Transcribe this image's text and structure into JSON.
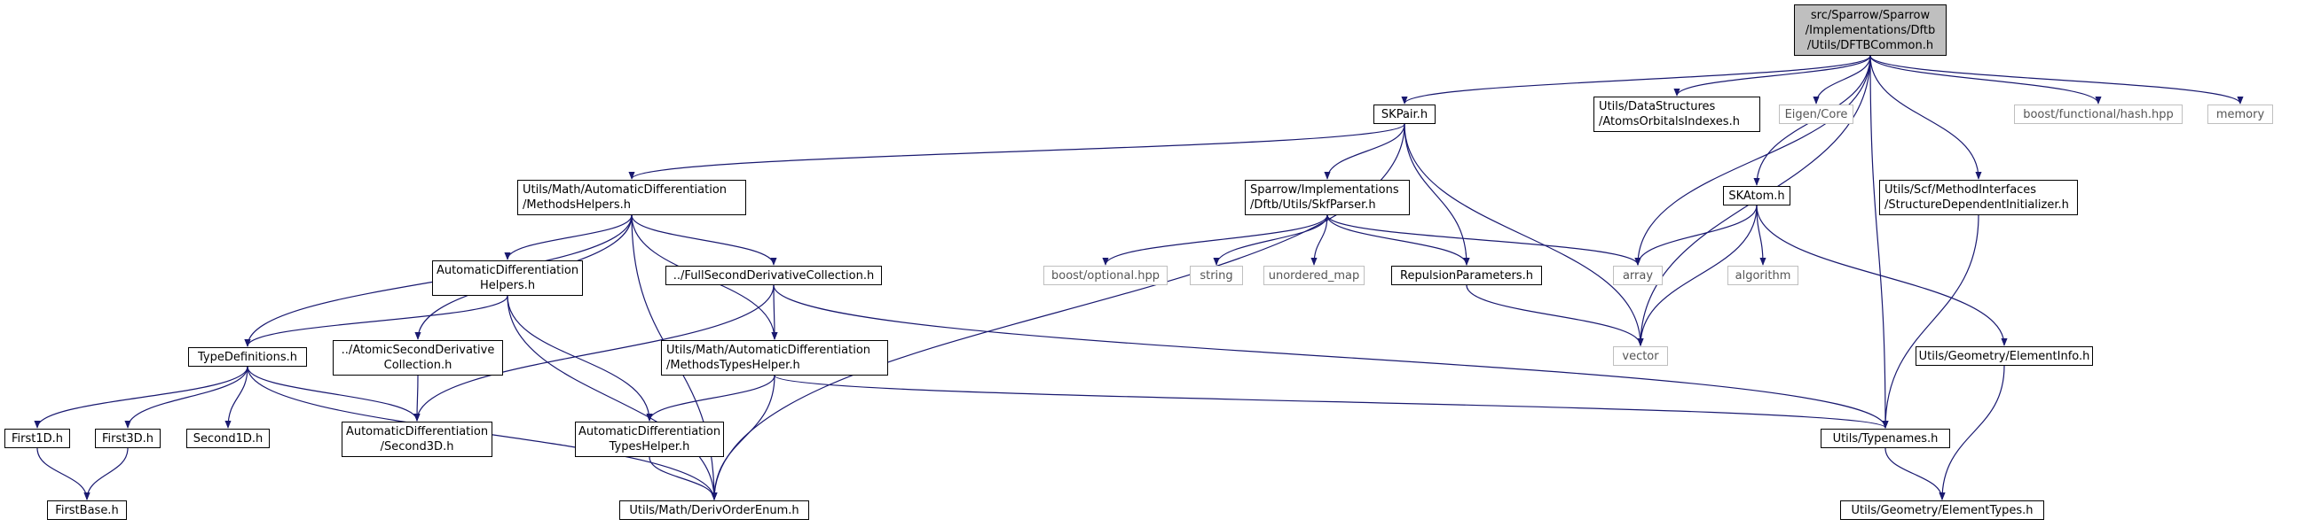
{
  "colors": {
    "edge": "#191970",
    "border": "#000000",
    "external_border": "#bfbfbf",
    "root_fill": "#bfbfbf"
  },
  "nodes": {
    "root": [
      "src/Sparrow/Sparrow",
      "/Implementations/Dftb",
      "/Utils/DFTBCommon.h"
    ],
    "skpair": [
      "SKPair.h"
    ],
    "atoms_orbitals": [
      "Utils/DataStructures",
      "/AtomsOrbitalsIndexes.h"
    ],
    "eigen_core": [
      "Eigen/Core"
    ],
    "boost_hash": [
      "boost/functional/hash.hpp"
    ],
    "memory": [
      "memory"
    ],
    "methods_helpers": [
      "Utils/Math/AutomaticDifferentiation",
      "/MethodsHelpers.h"
    ],
    "skf_parser": [
      "Sparrow/Implementations",
      "/Dftb/Utils/SkfParser.h"
    ],
    "skatom": [
      "SKAtom.h"
    ],
    "structure_dep": [
      "Utils/Scf/MethodInterfaces",
      "/StructureDependentInitializer.h"
    ],
    "ad_helpers": [
      "AutomaticDifferentiation",
      "Helpers.h"
    ],
    "full_second": [
      "../FullSecondDerivativeCollection.h"
    ],
    "boost_optional": [
      "boost/optional.hpp"
    ],
    "string": [
      "string"
    ],
    "unordered_map": [
      "unordered_map"
    ],
    "repulsion": [
      "RepulsionParameters.h"
    ],
    "array": [
      "array"
    ],
    "algorithm": [
      "algorithm"
    ],
    "type_definitions": [
      "TypeDefinitions.h"
    ],
    "atomic_second": [
      "../AtomicSecondDerivative",
      "Collection.h"
    ],
    "methods_types_helper": [
      "Utils/Math/AutomaticDifferentiation",
      "/MethodsTypesHelper.h"
    ],
    "vector": [
      "vector"
    ],
    "element_info": [
      "Utils/Geometry/ElementInfo.h"
    ],
    "first1d": [
      "First1D.h"
    ],
    "first3d": [
      "First3D.h"
    ],
    "second1d": [
      "Second1D.h"
    ],
    "ad_second3d": [
      "AutomaticDifferentiation",
      "/Second3D.h"
    ],
    "ad_types_helper": [
      "AutomaticDifferentiation",
      "TypesHelper.h"
    ],
    "typenames": [
      "Utils/Typenames.h"
    ],
    "firstbase": [
      "FirstBase.h"
    ],
    "deriv_order": [
      "Utils/Math/DerivOrderEnum.h"
    ],
    "element_types": [
      "Utils/Geometry/ElementTypes.h"
    ]
  },
  "edges": [
    [
      "root",
      "skpair"
    ],
    [
      "root",
      "atoms_orbitals"
    ],
    [
      "root",
      "eigen_core"
    ],
    [
      "root",
      "boost_hash"
    ],
    [
      "root",
      "memory"
    ],
    [
      "root",
      "array"
    ],
    [
      "root",
      "vector"
    ],
    [
      "root",
      "skatom"
    ],
    [
      "root",
      "structure_dep"
    ],
    [
      "root",
      "typenames"
    ],
    [
      "skpair",
      "methods_helpers"
    ],
    [
      "skpair",
      "skf_parser"
    ],
    [
      "skpair",
      "repulsion"
    ],
    [
      "skpair",
      "vector"
    ],
    [
      "skpair",
      "deriv_order"
    ],
    [
      "methods_helpers",
      "type_definitions"
    ],
    [
      "methods_helpers",
      "atomic_second"
    ],
    [
      "methods_helpers",
      "ad_helpers"
    ],
    [
      "methods_helpers",
      "full_second"
    ],
    [
      "methods_helpers",
      "methods_types_helper"
    ],
    [
      "methods_helpers",
      "deriv_order"
    ],
    [
      "skf_parser",
      "boost_optional"
    ],
    [
      "skf_parser",
      "string"
    ],
    [
      "skf_parser",
      "unordered_map"
    ],
    [
      "skf_parser",
      "repulsion"
    ],
    [
      "skf_parser",
      "array"
    ],
    [
      "skatom",
      "array"
    ],
    [
      "skatom",
      "algorithm"
    ],
    [
      "skatom",
      "vector"
    ],
    [
      "skatom",
      "element_info"
    ],
    [
      "structure_dep",
      "typenames"
    ],
    [
      "ad_helpers",
      "type_definitions"
    ],
    [
      "ad_helpers",
      "ad_types_helper"
    ],
    [
      "ad_helpers",
      "deriv_order"
    ],
    [
      "full_second",
      "ad_second3d"
    ],
    [
      "full_second",
      "methods_types_helper"
    ],
    [
      "full_second",
      "typenames"
    ],
    [
      "repulsion",
      "vector"
    ],
    [
      "type_definitions",
      "first1d"
    ],
    [
      "type_definitions",
      "first3d"
    ],
    [
      "type_definitions",
      "second1d"
    ],
    [
      "type_definitions",
      "ad_second3d"
    ],
    [
      "type_definitions",
      "deriv_order"
    ],
    [
      "atomic_second",
      "ad_second3d"
    ],
    [
      "methods_types_helper",
      "ad_types_helper"
    ],
    [
      "methods_types_helper",
      "deriv_order"
    ],
    [
      "methods_types_helper",
      "typenames"
    ],
    [
      "element_info",
      "element_types"
    ],
    [
      "first1d",
      "firstbase"
    ],
    [
      "first3d",
      "firstbase"
    ],
    [
      "ad_types_helper",
      "deriv_order"
    ],
    [
      "typenames",
      "element_types"
    ]
  ]
}
